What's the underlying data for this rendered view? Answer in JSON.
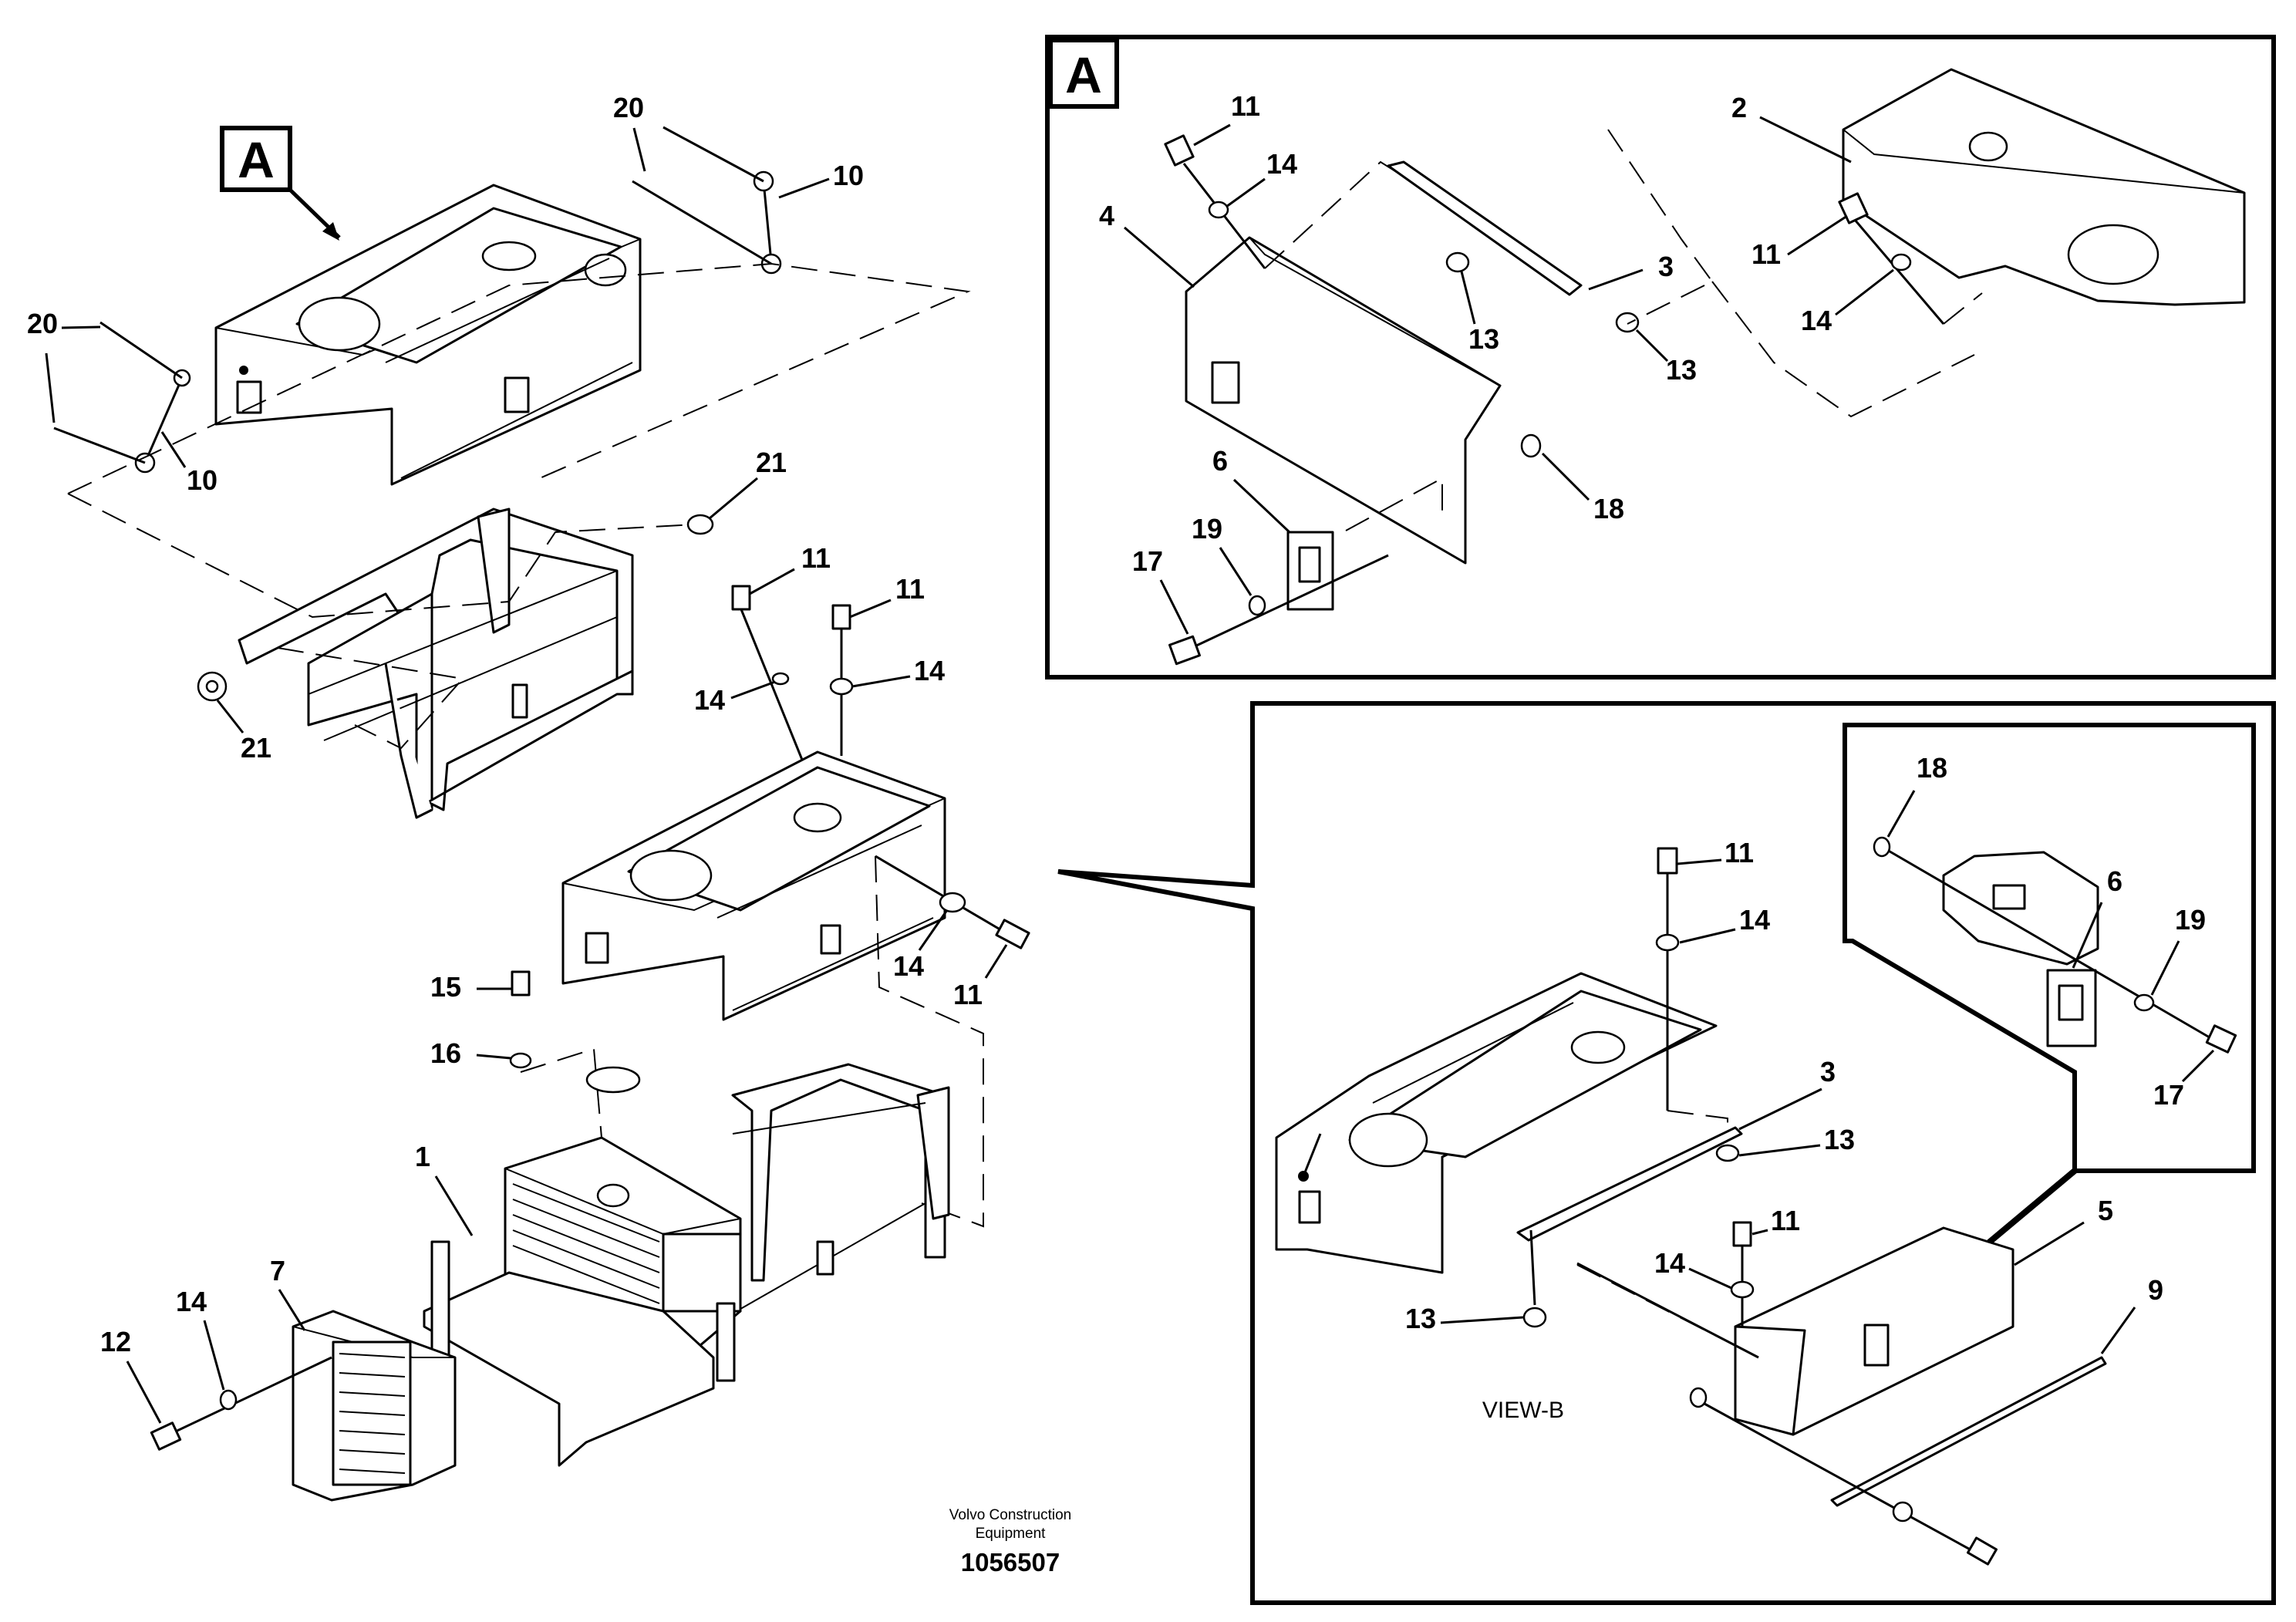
{
  "diagram": {
    "callout_a_letter": "A",
    "detail_a_letter": "A",
    "view_b_label": "VIEW-B",
    "footer_company": "Volvo Construction\nEquipment",
    "footer_drawing_number": "1056507",
    "main_labels": {
      "l20a": "20",
      "l10a": "10",
      "l20b": "20",
      "l10b": "10",
      "l21a": "21",
      "l21b": "21",
      "l11a": "11",
      "l11b": "11",
      "l14a": "14",
      "l14b": "14",
      "l14c": "14",
      "l11c": "11",
      "l15": "15",
      "l16": "16",
      "l1": "1",
      "l7": "7",
      "l14d": "14",
      "l12": "12"
    },
    "detail_a_labels": {
      "l11a": "11",
      "l14a": "14",
      "l4": "4",
      "l13a": "13",
      "l3": "3",
      "l13b": "13",
      "l2": "2",
      "l11b": "11",
      "l14b": "14",
      "l6": "6",
      "l18": "18",
      "l17": "17",
      "l19": "19"
    },
    "view_b_labels": {
      "l11a": "11",
      "l14a": "14",
      "l3": "3",
      "l13a": "13",
      "l11b": "11",
      "l14b": "14",
      "l13b": "13",
      "l5": "5",
      "l9": "9",
      "l18": "18",
      "l6": "6",
      "l19": "19",
      "l17": "17"
    }
  }
}
